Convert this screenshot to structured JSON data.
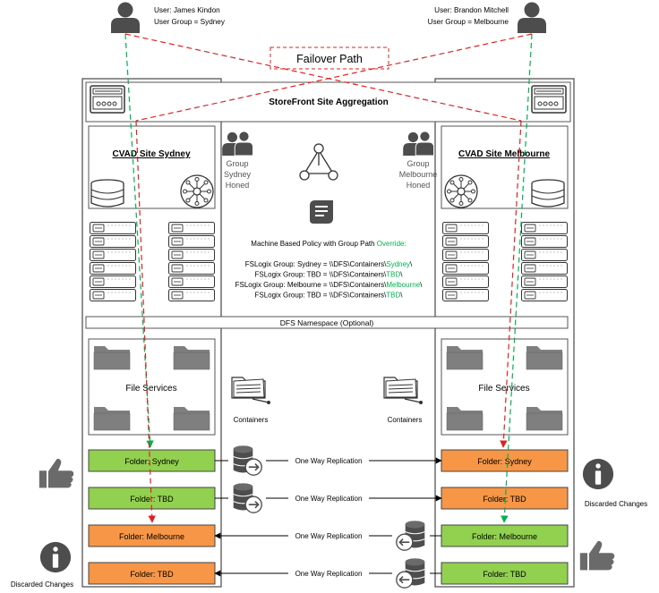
{
  "users": {
    "left": {
      "line1": "User: James Kindon",
      "line2": "User Group = Sydney"
    },
    "right": {
      "line1": "User: Brandon Mitchell",
      "line2": "User Group = Melbourne"
    }
  },
  "failover_label": "Failover Path",
  "storefront_label": "StoreFront Site Aggregation",
  "sites": {
    "left": {
      "title": "CVAD Site Sydney",
      "group": [
        "Group",
        "Sydney",
        "Honed"
      ]
    },
    "right": {
      "title": "CVAD Site Melbourne",
      "group": [
        "Group",
        "Melbourne",
        "Honed"
      ]
    }
  },
  "policy": {
    "heading": "Machine Based Policy with Group Path ",
    "override": "Override:",
    "lines": [
      {
        "prefix": "FSLogix Group: Sydney = \\\\DFS\\Containers\\",
        "value": "Sydney",
        "suffix": "\\"
      },
      {
        "prefix": "FSLogix Group: TBD = \\\\DFS\\Containers\\",
        "value": "TBD",
        "suffix": "\\"
      },
      {
        "prefix": "FSLogix Group: Melbourne = \\\\DFS\\Containers\\",
        "value": "Melbourne",
        "suffix": "\\"
      },
      {
        "prefix": "FSLogix Group: TBD = \\\\DFS\\Containers\\",
        "value": "TBD",
        "suffix": "\\"
      }
    ]
  },
  "dfs_label": "DFS Namespace (Optional)",
  "file_services_label": "File Services",
  "containers_label": "Containers",
  "replication_label": "One Way Replication",
  "folders": {
    "left": [
      "Folder: Sydney",
      "Folder: TBD",
      "Folder: Melbourne",
      "Folder: TBD"
    ],
    "right": [
      "Folder: Sydney",
      "Folder: TBD",
      "Folder: Melbourne",
      "Folder: TBD"
    ]
  },
  "folder_states": {
    "left": [
      "active",
      "active",
      "discarded",
      "discarded"
    ],
    "right": [
      "discarded",
      "discarded",
      "active",
      "active"
    ]
  },
  "discarded_label": "Discarded Changes",
  "colors": {
    "active": "#92d050",
    "discarded": "#f79646",
    "green_path": "#00b050",
    "red_path": "#e02020",
    "policy_green": "#00b050",
    "icon_gray": "#4d4d4d"
  }
}
